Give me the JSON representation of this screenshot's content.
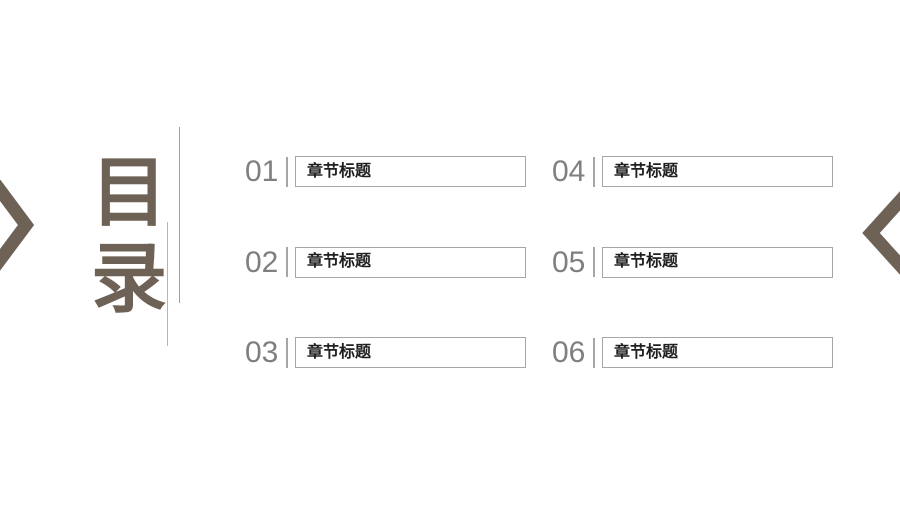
{
  "slide": {
    "title": "目录",
    "colors": {
      "accent": "#6e6257",
      "title": "#6e6257",
      "box_border": "#a6a6a6",
      "number": "#7f7f7f",
      "label": "#1f1f1f",
      "rule_long": "#9e9e9e",
      "rule_short": "#b5b5b5"
    }
  },
  "toc": {
    "items": [
      {
        "number": "01",
        "label": "章节标题"
      },
      {
        "number": "02",
        "label": "章节标题"
      },
      {
        "number": "03",
        "label": "章节标题"
      },
      {
        "number": "04",
        "label": "章节标题"
      },
      {
        "number": "05",
        "label": "章节标题"
      },
      {
        "number": "06",
        "label": "章节标题"
      }
    ]
  }
}
